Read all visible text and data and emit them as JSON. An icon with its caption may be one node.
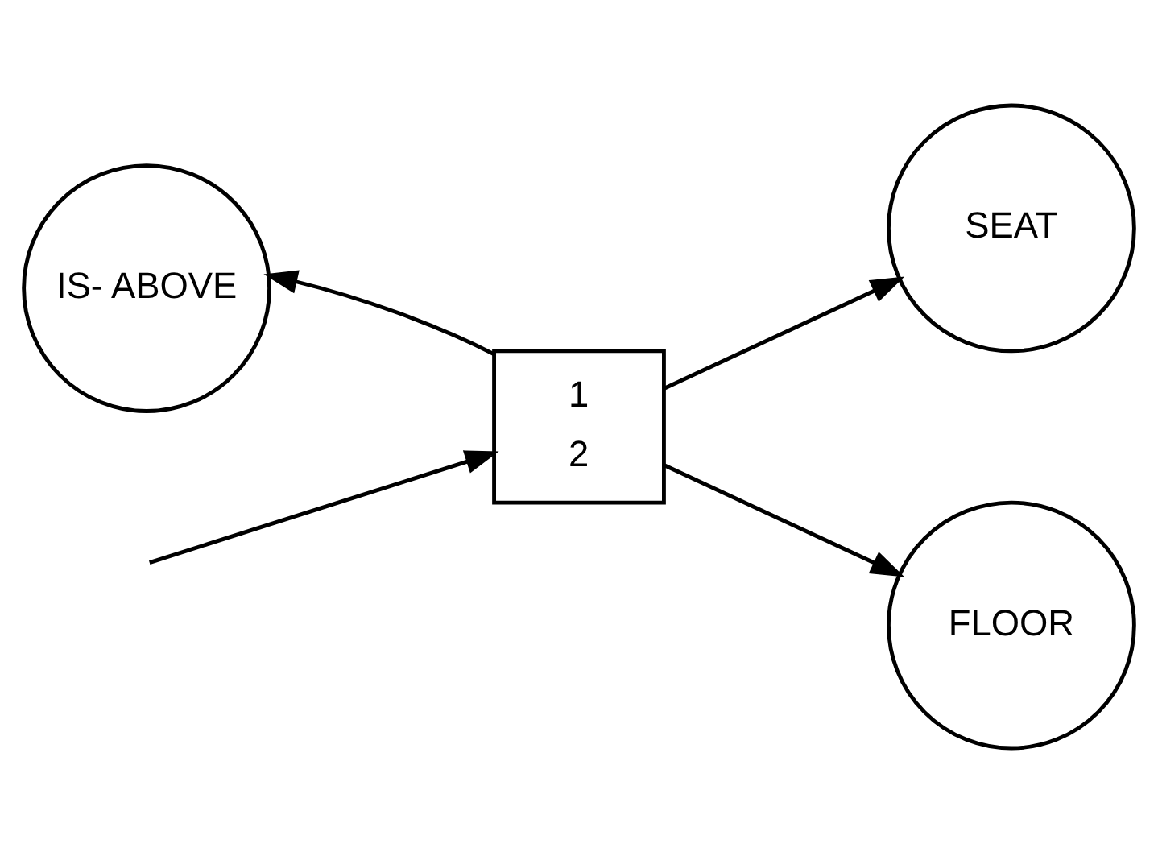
{
  "diagram": {
    "nodes": [
      {
        "text": [
          "IS- ABOVE"
        ]
      },
      {
        "text": [
          "1",
          "2"
        ]
      },
      {
        "text": [
          "SEAT"
        ]
      },
      {
        "text": [
          "FLOOR"
        ]
      }
    ],
    "edges": [
      {
        "from": 1,
        "to": 0,
        "arrow": "to"
      },
      {
        "from": 1,
        "to": 2,
        "arrow": "to"
      },
      {
        "from": 1,
        "to": 3,
        "arrow": "to"
      },
      {
        "from": null,
        "to": 1,
        "arrow": "to"
      }
    ]
  }
}
